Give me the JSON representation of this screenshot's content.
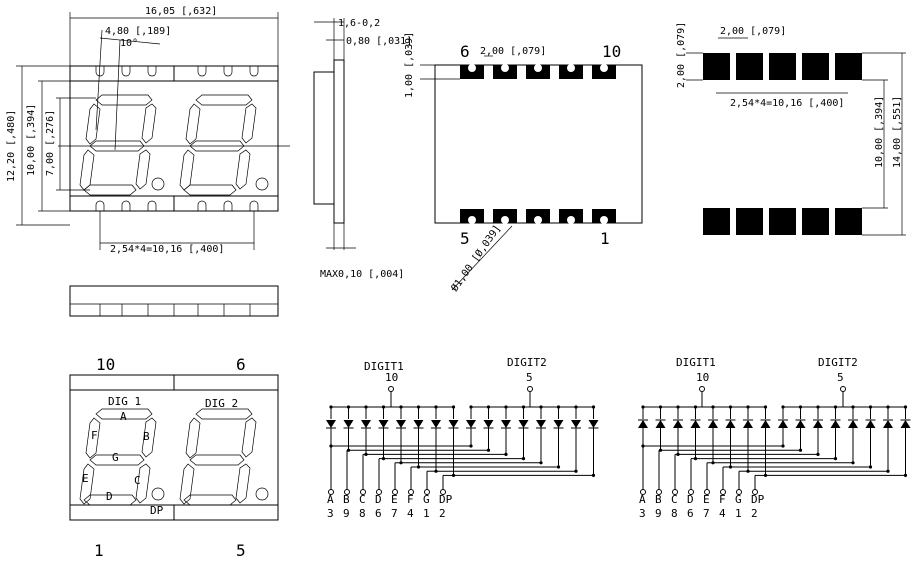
{
  "top_view": {
    "overall_width": "16,05 [,632]",
    "digit_width": "4,80 [,189]",
    "angle": "10°",
    "height_outer": "12,20 [,480]",
    "height_body": "10,00 [,394]",
    "height_digit": "7,00 [,276]",
    "pitch": "2,54*4=10,16 [,400]"
  },
  "side_view": {
    "thickness": "1,6-0,2",
    "lead": "0,80 [,031]",
    "flatness": "MAX0,10 [,004]"
  },
  "bottom_view": {
    "pin_top_left": "6",
    "pin_top_right": "10",
    "pin_bottom_left": "5",
    "pin_bottom_right": "1",
    "pad_pitch": "2,00 [,079]",
    "pad_height": "1,00 [,039]",
    "hole": "Ø1,00 [Ø,039]"
  },
  "land_pattern": {
    "pad_width": "2,00 [,079]",
    "pad_height": "2,00 [,079]",
    "pitch": "2,54*4=10,16 [,400]",
    "inner": "10,00 [,394]",
    "outer": "14,00 [,551]"
  },
  "front_view": {
    "pin_top_left": "10",
    "pin_top_right": "6",
    "pin_bottom_left": "1",
    "pin_bottom_right": "5",
    "dig1": "DIG 1",
    "dig2": "DIG 2",
    "segments": [
      "A",
      "B",
      "C",
      "D",
      "E",
      "F",
      "G"
    ],
    "dp": "DP"
  },
  "circuit_left": {
    "digit1": "DIGIT1",
    "digit1_pin": "10",
    "digit2": "DIGIT2",
    "digit2_pin": "5",
    "segments": [
      "A",
      "B",
      "C",
      "D",
      "E",
      "F",
      "G",
      "DP"
    ],
    "pins": [
      "3",
      "9",
      "8",
      "6",
      "7",
      "4",
      "1",
      "2"
    ]
  },
  "circuit_right": {
    "digit1": "DIGIT1",
    "digit1_pin": "10",
    "digit2": "DIGIT2",
    "digit2_pin": "5",
    "segments": [
      "A",
      "B",
      "C",
      "D",
      "E",
      "F",
      "G",
      "DP"
    ],
    "pins": [
      "3",
      "9",
      "8",
      "6",
      "7",
      "4",
      "1",
      "2"
    ]
  }
}
